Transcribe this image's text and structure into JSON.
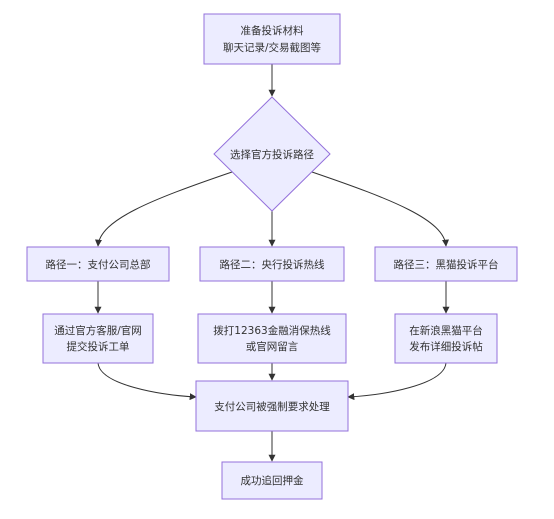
{
  "colors": {
    "node_fill": "#ECECFF",
    "node_stroke": "#9370DB",
    "edge": "#333333",
    "text": "#333333"
  },
  "nodes": {
    "prepare": {
      "line1": "准备投诉材料",
      "line2": "聊天记录/交易截图等"
    },
    "decision": {
      "label": "选择官方投诉路径"
    },
    "path1": {
      "label": "路径一：支付公司总部"
    },
    "path2": {
      "label": "路径二：央行投诉热线"
    },
    "path3": {
      "label": "路径三：黑猫投诉平台"
    },
    "action1": {
      "line1": "通过官方客服/官网",
      "line2": "提交投诉工单"
    },
    "action2": {
      "line1": "拨打12363金融消保热线",
      "line2": "或官网留言"
    },
    "action3": {
      "line1": "在新浪黑猫平台",
      "line2": "发布详细投诉帖"
    },
    "forced": {
      "label": "支付公司被强制要求处理"
    },
    "result": {
      "label": "成功追回押金"
    }
  }
}
